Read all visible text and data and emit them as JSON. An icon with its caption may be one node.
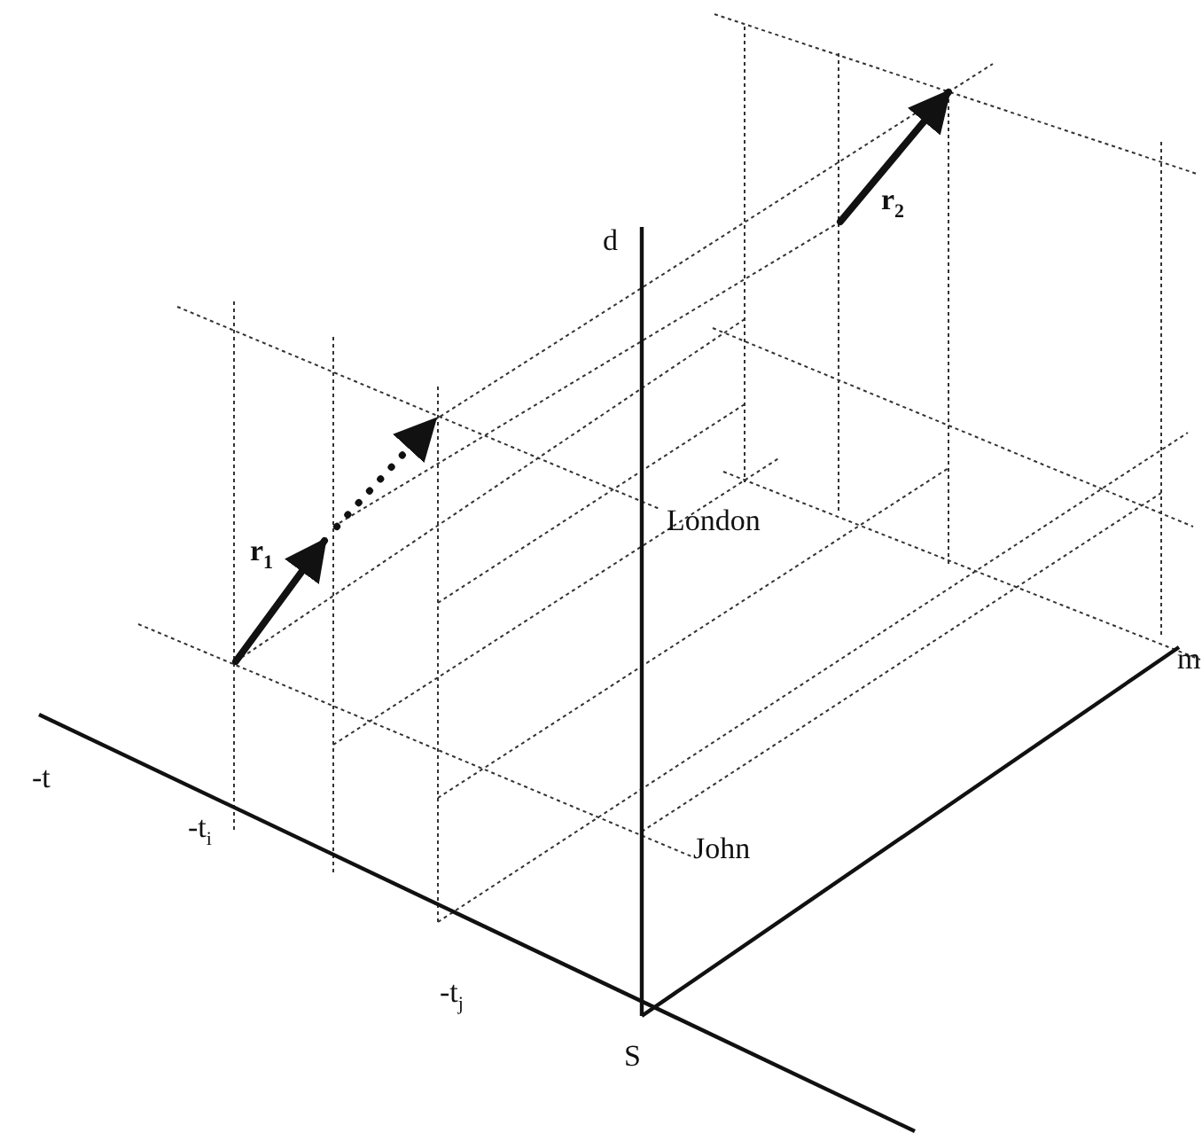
{
  "diagram": {
    "labels": [
      "d",
      "r$_{2}$",
      "r$_{1}$",
      "London",
      "m",
      "-t",
      "John",
      "-t$_{i}$",
      "-t$_{j}$",
      "S"
    ]
  }
}
